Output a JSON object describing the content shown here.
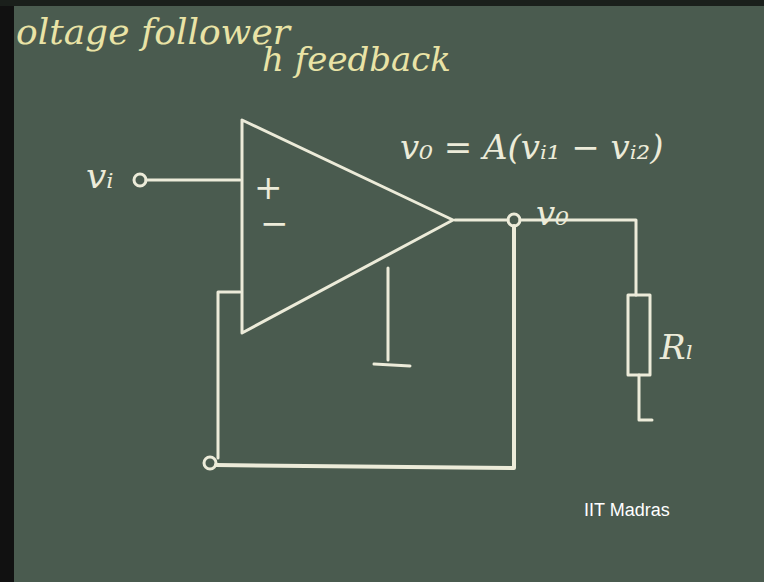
{
  "diagram": {
    "title": "oltage follower",
    "nodes": [
      {
        "text": [
          "+",
          "−"
        ]
      }
    ],
    "labels": [
      "h feedback",
      "v₀ = A(vᵢ₁ − vᵢ₂)",
      "vᵢ",
      "v₀",
      "Rₗ",
      "IIT Madras"
    ]
  }
}
